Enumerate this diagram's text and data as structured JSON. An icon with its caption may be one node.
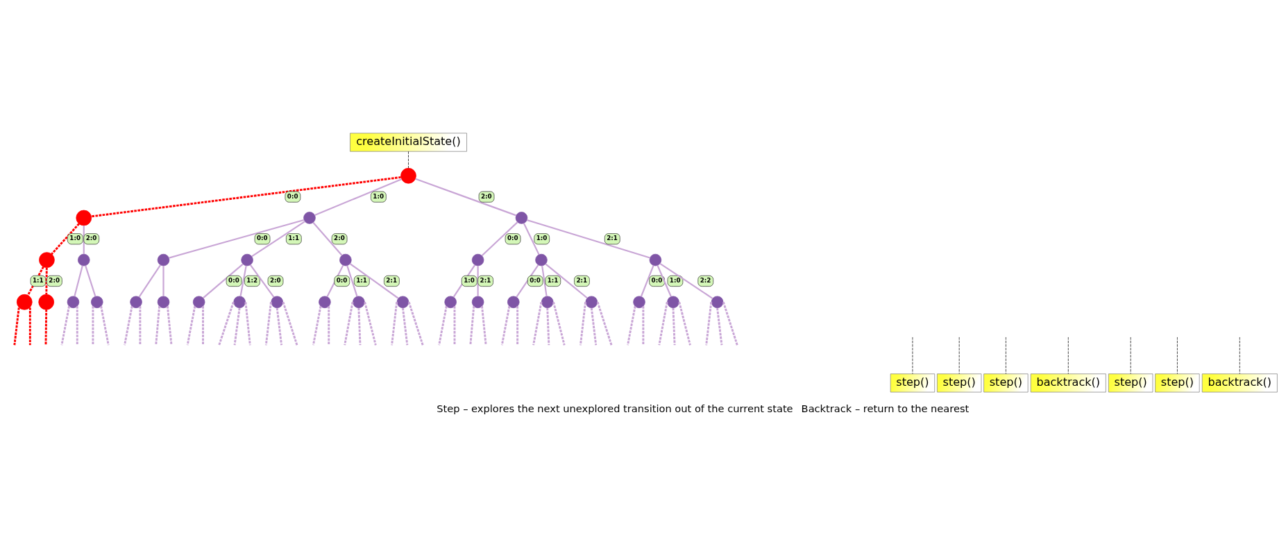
{
  "diagram": {
    "nodes": [
      {
        "text": [],
        "shape": "circle"
      },
      {
        "text": [],
        "shape": "circle"
      },
      {
        "text": [],
        "shape": "circle"
      },
      {
        "text": [],
        "shape": "circle"
      },
      {
        "text": [],
        "shape": "circle"
      },
      {
        "text": [],
        "shape": "circle"
      },
      {
        "text": [],
        "shape": "circle"
      },
      {
        "text": [],
        "shape": "circle"
      },
      {
        "text": [],
        "shape": "circle"
      },
      {
        "text": [],
        "shape": "circle"
      },
      {
        "text": [],
        "shape": "circle"
      },
      {
        "text": [],
        "shape": "circle"
      },
      {
        "text": [],
        "shape": "circle"
      },
      {
        "text": [],
        "shape": "circle"
      },
      {
        "text": [],
        "shape": "circle"
      },
      {
        "text": [],
        "shape": "circle"
      },
      {
        "text": [],
        "shape": "circle"
      },
      {
        "text": [],
        "shape": "circle"
      },
      {
        "text": [],
        "shape": "circle"
      },
      {
        "text": [],
        "shape": "circle"
      },
      {
        "text": [],
        "shape": "circle"
      },
      {
        "text": [],
        "shape": "circle"
      },
      {
        "text": [],
        "shape": "circle"
      },
      {
        "text": [],
        "shape": "circle"
      },
      {
        "text": [],
        "shape": "circle"
      },
      {
        "text": [],
        "shape": "circle"
      },
      {
        "text": [],
        "shape": "circle"
      },
      {
        "text": [],
        "shape": "circle"
      },
      {
        "text": [],
        "shape": "circle"
      },
      {
        "text": [],
        "shape": "circle"
      },
      {
        "text": [],
        "shape": "circle"
      },
      {
        "text": [],
        "shape": "circle"
      },
      {
        "text": [
          "createInitialState()"
        ]
      },
      {
        "text": [
          "step()"
        ]
      },
      {
        "text": [
          "step()"
        ]
      },
      {
        "text": [
          "step()"
        ]
      },
      {
        "text": [
          "backtrack()"
        ]
      },
      {
        "text": [
          "step()"
        ]
      },
      {
        "text": [
          "step()"
        ]
      },
      {
        "text": [
          "backtrack()"
        ]
      }
    ],
    "edges": [
      {
        "from": 0,
        "to": 1,
        "label": "0:0",
        "arrow": "none",
        "style": "dashed",
        "color": "#ff0000"
      },
      {
        "from": 0,
        "to": 2,
        "label": "1:0",
        "arrow": "none"
      },
      {
        "from": 0,
        "to": 3,
        "label": "2:0",
        "arrow": "none"
      },
      {
        "from": 1,
        "to": 4,
        "label": "1:0",
        "arrow": "none",
        "style": "dashed",
        "color": "#ff0000"
      },
      {
        "from": 1,
        "to": 5,
        "label": "2:0",
        "arrow": "none"
      },
      {
        "from": 2,
        "to": 6,
        "label": "0:0",
        "arrow": "none"
      },
      {
        "from": 2,
        "to": 7,
        "label": "1:1",
        "arrow": "none"
      },
      {
        "from": 2,
        "to": 8,
        "label": "2:0",
        "arrow": "none"
      },
      {
        "from": 3,
        "to": 9,
        "label": "0:0",
        "arrow": "none"
      },
      {
        "from": 3,
        "to": 10,
        "label": "1:0",
        "arrow": "none"
      },
      {
        "from": 3,
        "to": 11,
        "label": "2:1",
        "arrow": "none"
      },
      {
        "from": 4,
        "to": 12,
        "label": "1:1",
        "arrow": "none",
        "style": "dashed",
        "color": "#ff0000"
      },
      {
        "from": 4,
        "to": 13,
        "label": "2:0",
        "arrow": "none",
        "style": "dashed",
        "color": "#ff0000"
      },
      {
        "from": 5,
        "to": 14,
        "arrow": "none"
      },
      {
        "from": 5,
        "to": 15,
        "arrow": "none"
      },
      {
        "from": 6,
        "to": 16,
        "arrow": "none"
      },
      {
        "from": 6,
        "to": 17,
        "arrow": "none"
      },
      {
        "from": 7,
        "to": 18,
        "label": "0:0",
        "arrow": "none"
      },
      {
        "from": 7,
        "to": 19,
        "label": "1:2",
        "arrow": "none"
      },
      {
        "from": 7,
        "to": 20,
        "label": "2:0",
        "arrow": "none"
      },
      {
        "from": 8,
        "to": 21,
        "label": "0:0",
        "arrow": "none"
      },
      {
        "from": 8,
        "to": 22,
        "label": "1:1",
        "arrow": "none"
      },
      {
        "from": 8,
        "to": 23,
        "label": "2:1",
        "arrow": "none"
      },
      {
        "from": 9,
        "to": 24,
        "label": "1:0",
        "arrow": "none"
      },
      {
        "from": 9,
        "to": 25,
        "label": "2:1",
        "arrow": "none"
      },
      {
        "from": 10,
        "to": 26,
        "label": "0:0",
        "arrow": "none"
      },
      {
        "from": 10,
        "to": 27,
        "label": "1:1",
        "arrow": "none"
      },
      {
        "from": 10,
        "to": 28,
        "label": "2:1",
        "arrow": "none"
      },
      {
        "from": 11,
        "to": 29,
        "label": "0:0",
        "arrow": "none"
      },
      {
        "from": 11,
        "to": 30,
        "label": "1:0",
        "arrow": "none"
      },
      {
        "from": 11,
        "to": 31,
        "label": "2:2",
        "arrow": "none"
      },
      {
        "from": 12,
        "to": null,
        "arrow": "none",
        "style": "dashed",
        "color": "#ff0000"
      },
      {
        "from": 12,
        "to": null,
        "arrow": "none",
        "style": "dashed",
        "color": "#ff0000"
      },
      {
        "from": 13,
        "to": null,
        "arrow": "none",
        "style": "dashed",
        "color": "#ff0000"
      },
      {
        "from": 14,
        "to": null,
        "arrow": "none",
        "style": "dashed"
      },
      {
        "from": 14,
        "to": null,
        "arrow": "none",
        "style": "dashed"
      },
      {
        "from": 15,
        "to": null,
        "arrow": "none",
        "style": "dashed"
      },
      {
        "from": 15,
        "to": null,
        "arrow": "none",
        "style": "dashed"
      },
      {
        "from": 16,
        "to": null,
        "arrow": "none",
        "style": "dashed"
      },
      {
        "from": 16,
        "to": null,
        "arrow": "none",
        "style": "dashed"
      },
      {
        "from": 17,
        "to": null,
        "arrow": "none",
        "style": "dashed"
      },
      {
        "from": 17,
        "to": null,
        "arrow": "none",
        "style": "dashed"
      },
      {
        "from": 18,
        "to": null,
        "arrow": "none",
        "style": "dashed"
      },
      {
        "from": 18,
        "to": null,
        "arrow": "none",
        "style": "dashed"
      },
      {
        "from": 19,
        "to": null,
        "arrow": "none",
        "style": "dashed"
      },
      {
        "from": 19,
        "to": null,
        "arrow": "none",
        "style": "dashed"
      },
      {
        "from": 19,
        "to": null,
        "arrow": "none",
        "style": "dashed"
      },
      {
        "from": 20,
        "to": null,
        "arrow": "none",
        "style": "dashed"
      },
      {
        "from": 20,
        "to": null,
        "arrow": "none",
        "style": "dashed"
      },
      {
        "from": 20,
        "to": null,
        "arrow": "none",
        "style": "dashed"
      },
      {
        "from": 21,
        "to": null,
        "arrow": "none",
        "style": "dashed"
      },
      {
        "from": 21,
        "to": null,
        "arrow": "none",
        "style": "dashed"
      },
      {
        "from": 22,
        "to": null,
        "arrow": "none",
        "style": "dashed"
      },
      {
        "from": 22,
        "to": null,
        "arrow": "none",
        "style": "dashed"
      },
      {
        "from": 22,
        "to": null,
        "arrow": "none",
        "style": "dashed"
      },
      {
        "from": 23,
        "to": null,
        "arrow": "none",
        "style": "dashed"
      },
      {
        "from": 23,
        "to": null,
        "arrow": "none",
        "style": "dashed"
      },
      {
        "from": 23,
        "to": null,
        "arrow": "none",
        "style": "dashed"
      },
      {
        "from": 24,
        "to": null,
        "arrow": "none",
        "style": "dashed"
      },
      {
        "from": 24,
        "to": null,
        "arrow": "none",
        "style": "dashed"
      },
      {
        "from": 25,
        "to": null,
        "arrow": "none",
        "style": "dashed"
      },
      {
        "from": 25,
        "to": null,
        "arrow": "none",
        "style": "dashed"
      },
      {
        "from": 26,
        "to": null,
        "arrow": "none",
        "style": "dashed"
      },
      {
        "from": 26,
        "to": null,
        "arrow": "none",
        "style": "dashed"
      },
      {
        "from": 27,
        "to": null,
        "arrow": "none",
        "style": "dashed"
      },
      {
        "from": 27,
        "to": null,
        "arrow": "none",
        "style": "dashed"
      },
      {
        "from": 27,
        "to": null,
        "arrow": "none",
        "style": "dashed"
      },
      {
        "from": 28,
        "to": null,
        "arrow": "none",
        "style": "dashed"
      },
      {
        "from": 28,
        "to": null,
        "arrow": "none",
        "style": "dashed"
      },
      {
        "from": 28,
        "to": null,
        "arrow": "none",
        "style": "dashed"
      },
      {
        "from": 29,
        "to": null,
        "arrow": "none",
        "style": "dashed"
      },
      {
        "from": 29,
        "to": null,
        "arrow": "none",
        "style": "dashed"
      },
      {
        "from": 30,
        "to": null,
        "arrow": "none",
        "style": "dashed"
      },
      {
        "from": 30,
        "to": null,
        "arrow": "none",
        "style": "dashed"
      },
      {
        "from": 30,
        "to": null,
        "arrow": "none",
        "style": "dashed"
      },
      {
        "from": 31,
        "to": null,
        "arrow": "none",
        "style": "dashed"
      },
      {
        "from": 31,
        "to": null,
        "arrow": "none",
        "style": "dashed"
      },
      {
        "from": 31,
        "to": null,
        "arrow": "none",
        "style": "dashed"
      },
      {
        "from": 32,
        "to": 0,
        "arrow": "none",
        "style": "dashed",
        "color": "#000000"
      },
      {
        "from": 33,
        "to": null,
        "arrow": "none",
        "style": "dashed",
        "color": "#000000"
      },
      {
        "from": 34,
        "to": null,
        "arrow": "none",
        "style": "dashed",
        "color": "#000000"
      },
      {
        "from": 35,
        "to": null,
        "arrow": "none",
        "style": "dashed",
        "color": "#000000"
      },
      {
        "from": 36,
        "to": null,
        "arrow": "none",
        "style": "dashed",
        "color": "#000000"
      },
      {
        "from": 37,
        "to": null,
        "arrow": "none",
        "style": "dashed",
        "color": "#000000"
      },
      {
        "from": 38,
        "to": null,
        "arrow": "none",
        "style": "dashed",
        "color": "#000000"
      },
      {
        "from": 39,
        "to": null,
        "arrow": "none",
        "style": "dashed",
        "color": "#000000"
      }
    ],
    "labels": [
      "Step – explores the next unexplored transition out of the current state",
      "Backtrack – return to the nearest"
    ]
  }
}
